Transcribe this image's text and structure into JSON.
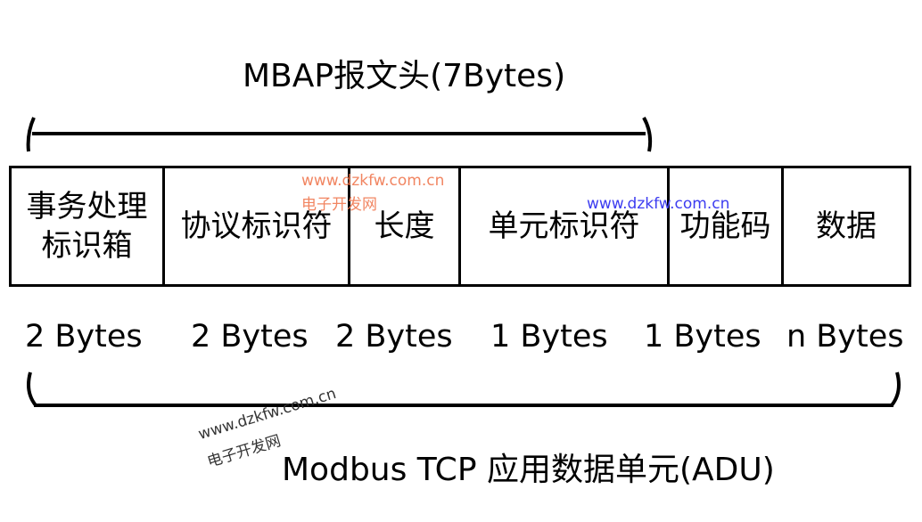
{
  "mbap_header": "MBAP报文头(7Bytes)",
  "adu_label": "Modbus TCP 应用数据单元(ADU)",
  "fields": [
    {
      "name": "事务处理标识箱",
      "line1": "事务处理",
      "line2": "标识箱",
      "size": "2 Bytes"
    },
    {
      "name": "协议标识符",
      "size": "2 Bytes"
    },
    {
      "name": "长度",
      "size": "2 Bytes"
    },
    {
      "name": "单元标识符",
      "size": "1 Bytes"
    },
    {
      "name": "功能码",
      "size": "1 Bytes"
    },
    {
      "name": "数据",
      "size": "n Bytes"
    }
  ],
  "watermarks": {
    "url": "www.dzkfw.com.cn",
    "site": "电子开发网"
  },
  "colors": {
    "watermark_orange": "#f07850",
    "watermark_blue": "#3c3cf0"
  }
}
